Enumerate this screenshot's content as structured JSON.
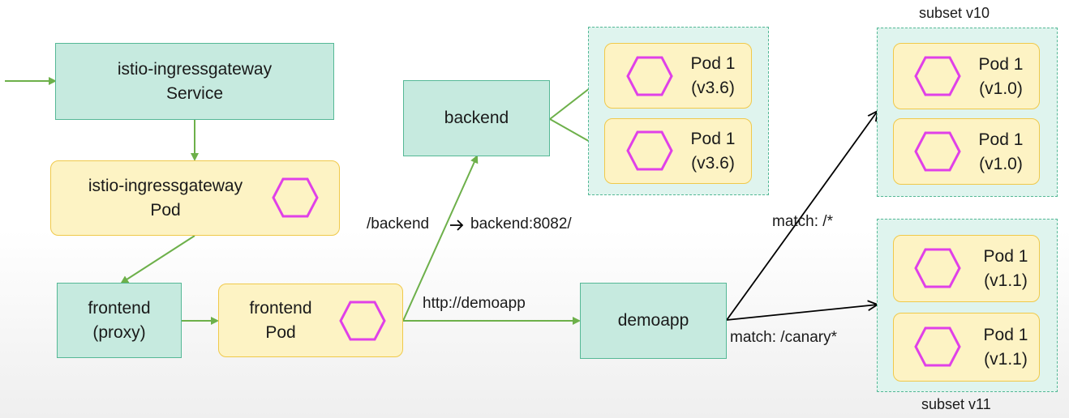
{
  "nodes": {
    "ingress_service": [
      "istio-ingressgateway",
      "Service"
    ],
    "ingress_pod": [
      "istio-ingressgateway",
      "Pod"
    ],
    "frontend_proxy": [
      "frontend",
      "(proxy)"
    ],
    "frontend_pod": [
      "frontend",
      "Pod"
    ],
    "backend": "backend",
    "demoapp": "demoapp"
  },
  "backend_pods": [
    {
      "name": "Pod 1",
      "version": "(v3.6)"
    },
    {
      "name": "Pod 1",
      "version": "(v3.6)"
    }
  ],
  "subsets": {
    "v10": {
      "label": "subset v10",
      "pods": [
        {
          "name": "Pod 1",
          "version": "(v1.0)"
        },
        {
          "name": "Pod 1",
          "version": "(v1.0)"
        }
      ]
    },
    "v11": {
      "label": "subset v11",
      "pods": [
        {
          "name": "Pod 1",
          "version": "(v1.1)"
        },
        {
          "name": "Pod 1",
          "version": "(v1.1)"
        }
      ]
    }
  },
  "edge_labels": {
    "route_path": "/backend",
    "route_target": "backend:8082/",
    "demoapp_url": "http://demoapp",
    "match_default": "match: /*",
    "match_canary": "match: /canary*"
  },
  "colors": {
    "service_fill": "#c6eadf",
    "service_border": "#55b896",
    "pod_fill": "#fdf3c4",
    "pod_border": "#f0c94a",
    "hexagon": "#e040e8",
    "green_arrow": "#6db04a",
    "black_arrow": "#000000"
  },
  "icons": {
    "pod_marker": "hexagon-icon",
    "route_arrow": "arrow-right-icon"
  }
}
